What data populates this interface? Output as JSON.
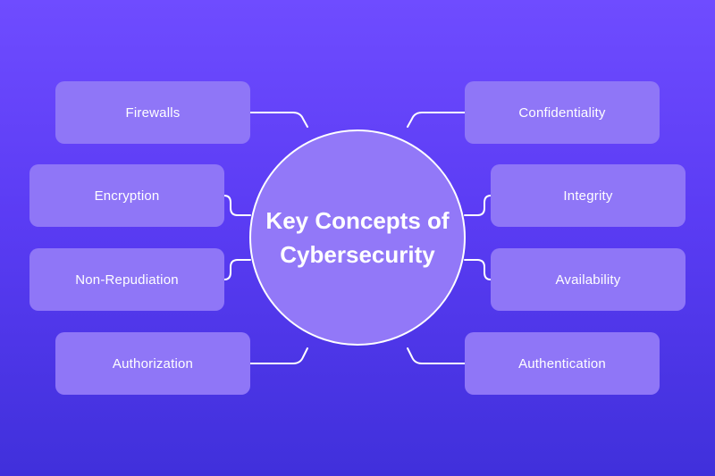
{
  "diagram": {
    "center": {
      "line1": "Key Concepts of",
      "line2": "Cybersecurity"
    },
    "nodes": {
      "firewalls": "Firewalls",
      "encryption": "Encryption",
      "non_repudiation": "Non-Repudiation",
      "authorization": "Authorization",
      "confidentiality": "Confidentiality",
      "integrity": "Integrity",
      "availability": "Availability",
      "authentication": "Authentication"
    }
  },
  "colors": {
    "background_top": "#6f4cff",
    "background_bottom": "#4030db",
    "box_fill": "#8f76f7",
    "circle_fill": "#9278f8",
    "line_color": "#ffffff",
    "text_color": "#ffffff"
  }
}
